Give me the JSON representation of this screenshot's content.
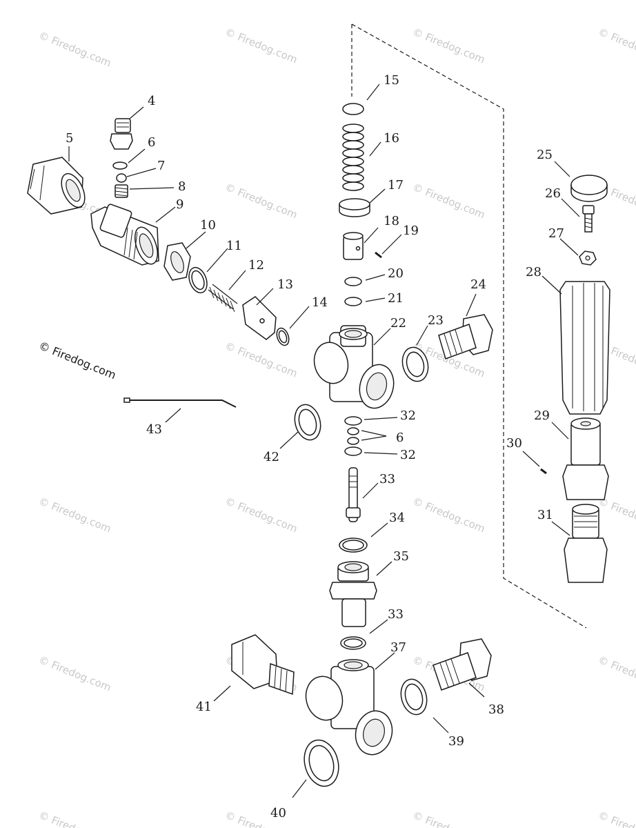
{
  "watermark": "© Firedog.com",
  "callouts": [
    "4",
    "5",
    "6",
    "7",
    "8",
    "9",
    "10",
    "11",
    "12",
    "13",
    "14",
    "15",
    "16",
    "17",
    "18",
    "19",
    "20",
    "21",
    "22",
    "23",
    "24",
    "25",
    "26",
    "27",
    "28",
    "29",
    "30",
    "31",
    "32",
    "6",
    "32",
    "33",
    "34",
    "35",
    "33",
    "37",
    "38",
    "39",
    "40",
    "41",
    "42",
    "43"
  ]
}
